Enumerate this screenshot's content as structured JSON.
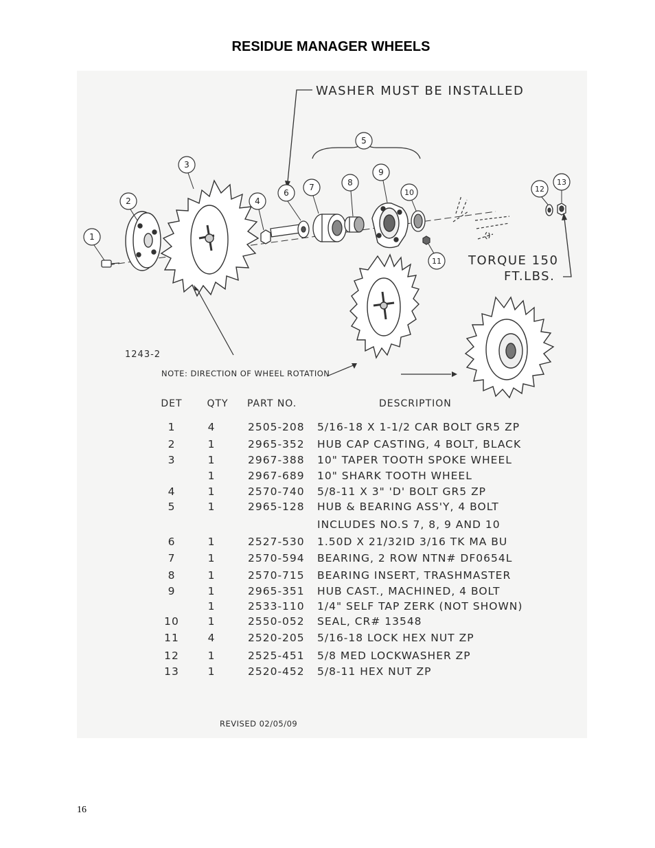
{
  "page_title": "RESIDUE MANAGER WHEELS",
  "diagram": {
    "washer_note": "WASHER MUST BE INSTALLED",
    "torque_line1": "TORQUE 150",
    "torque_line2": "FT.LBS.",
    "figure_id": "1243-2",
    "rotation_note": "NOTE: DIRECTION OF WHEEL ROTATION",
    "callouts": [
      "1",
      "2",
      "3",
      "4",
      "5",
      "6",
      "7",
      "8",
      "9",
      "10",
      "11",
      "12",
      "13"
    ]
  },
  "table": {
    "headers": {
      "det": "DET",
      "qty": "QTY",
      "part": "PART NO.",
      "desc": "DESCRIPTION"
    },
    "rows": [
      {
        "det": "1",
        "qty": "4",
        "part": "2505-208",
        "desc": "5/16-18 X 1-1/2 CAR BOLT GR5 ZP"
      },
      {
        "det": "2",
        "qty": "1",
        "part": "2965-352",
        "desc": "HUB CAP CASTING, 4 BOLT, BLACK"
      },
      {
        "det": "3",
        "qty": "1",
        "part": "2967-388",
        "desc": "10\" TAPER TOOTH SPOKE WHEEL"
      },
      {
        "det": "",
        "qty": "1",
        "part": "2967-689",
        "desc": "10\" SHARK TOOTH WHEEL"
      },
      {
        "det": "4",
        "qty": "1",
        "part": "2570-740",
        "desc": "5/8-11 X 3\" 'D' BOLT GR5 ZP"
      },
      {
        "det": "5",
        "qty": "1",
        "part": "2965-128",
        "desc": "HUB & BEARING ASS'Y, 4 BOLT"
      },
      {
        "det": "",
        "qty": "",
        "part": "",
        "desc": "INCLUDES NO.S 7, 8, 9 AND 10"
      },
      {
        "det": "6",
        "qty": "1",
        "part": "2527-530",
        "desc": "1.50D X 21/32ID 3/16 TK MA BU"
      },
      {
        "det": "7",
        "qty": "1",
        "part": "2570-594",
        "desc": "BEARING, 2 ROW NTN# DF0654L"
      },
      {
        "det": "8",
        "qty": "1",
        "part": "2570-715",
        "desc": "BEARING INSERT, TRASHMASTER"
      },
      {
        "det": "9",
        "qty": "1",
        "part": "2965-351",
        "desc": "HUB CAST., MACHINED, 4 BOLT"
      },
      {
        "det": "",
        "qty": "1",
        "part": "2533-110",
        "desc": "1/4\" SELF TAP ZERK (NOT SHOWN)"
      },
      {
        "det": "10",
        "qty": "1",
        "part": "2550-052",
        "desc": "SEAL, CR# 13548"
      },
      {
        "det": "11",
        "qty": "4",
        "part": "2520-205",
        "desc": "5/16-18 LOCK HEX NUT ZP"
      },
      {
        "det": "12",
        "qty": "1",
        "part": "2525-451",
        "desc": "5/8 MED LOCKWASHER ZP"
      },
      {
        "det": "13",
        "qty": "1",
        "part": "2520-452",
        "desc": "5/8-11 HEX NUT ZP"
      }
    ]
  },
  "revised": "REVISED 02/05/09",
  "page_number": "16"
}
